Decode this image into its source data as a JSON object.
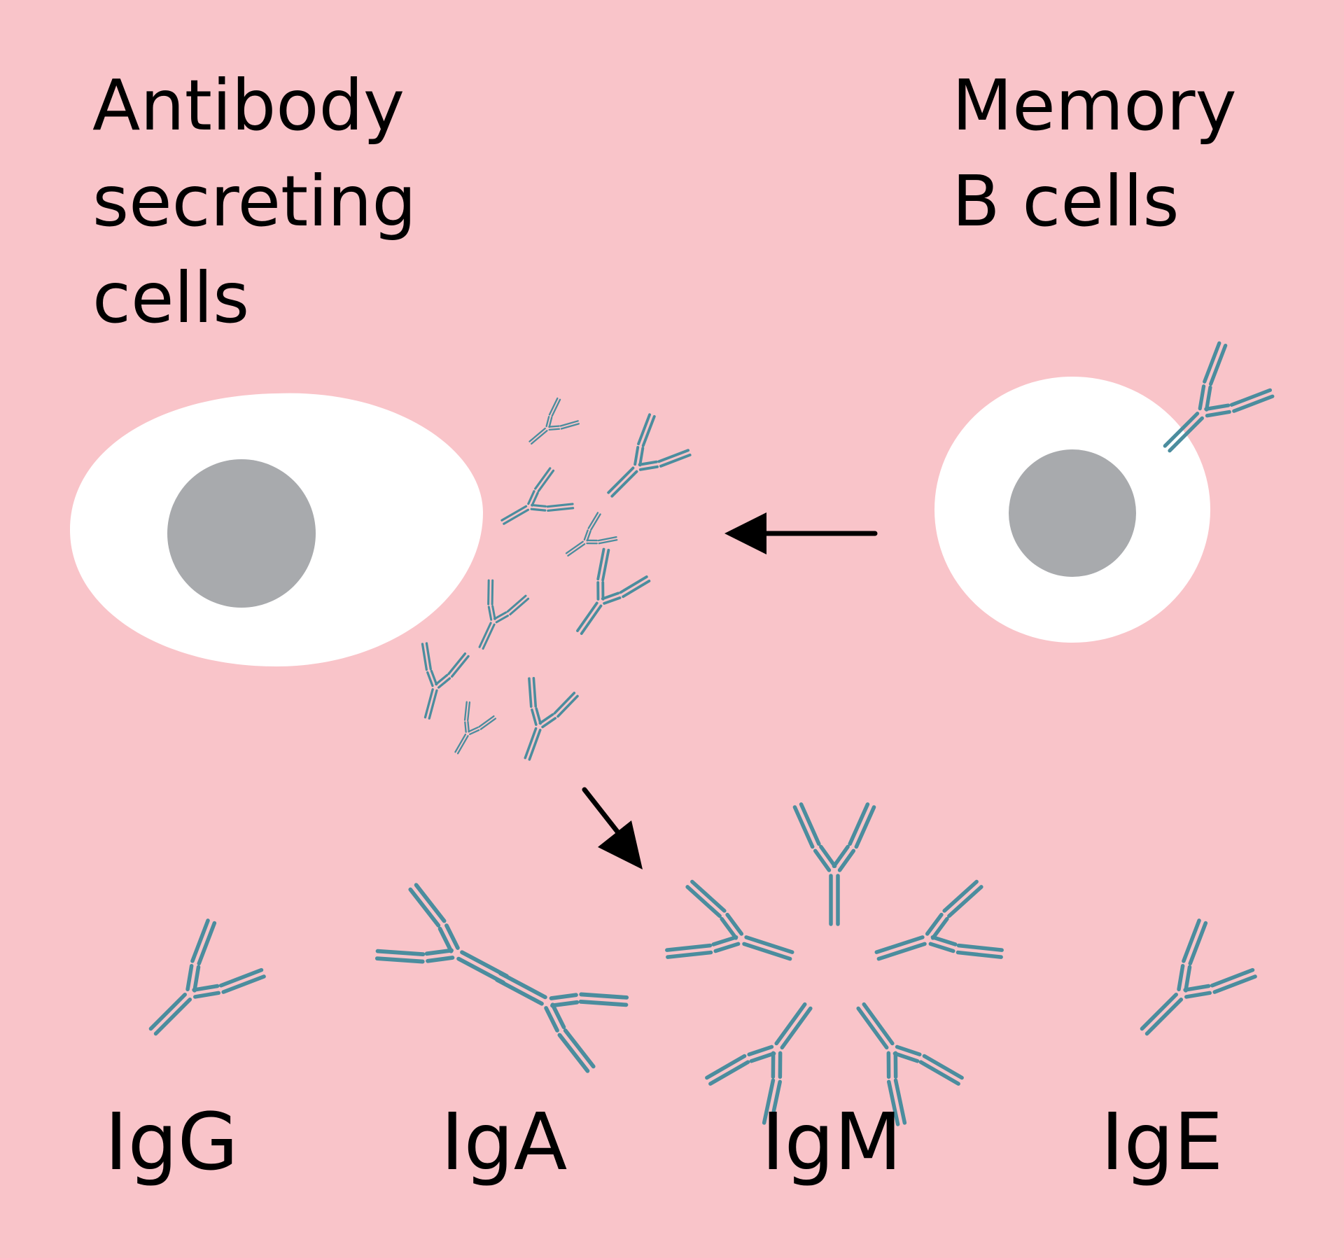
{
  "colors": {
    "background": "#f9c4c9",
    "cell": "#ffffff",
    "nucleus": "#a8aaad",
    "antibody": "#4b8d9e",
    "text": "#000000"
  },
  "labels": {
    "antibody_secreting_cells": [
      "Antibody",
      "secreting",
      "cells"
    ],
    "memory_b_cells": [
      "Memory",
      "B cells"
    ]
  },
  "isotypes": [
    {
      "name": "IgG"
    },
    {
      "name": "IgA"
    },
    {
      "name": "IgM"
    },
    {
      "name": "IgE"
    }
  ]
}
